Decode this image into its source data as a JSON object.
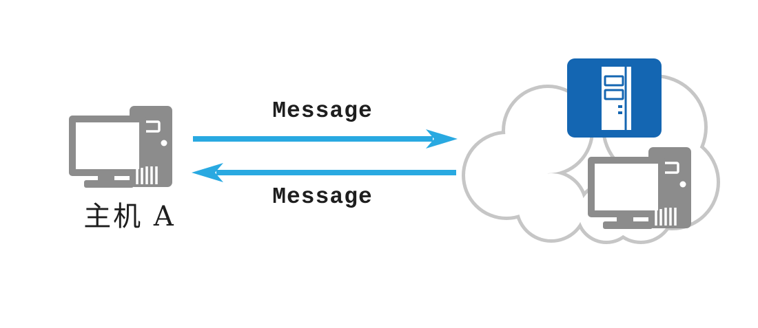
{
  "diagram": {
    "host": {
      "label": "主机 A",
      "icon": "desktop-computer-icon"
    },
    "messages": {
      "outbound": {
        "label": "Message",
        "direction": "right",
        "icon": "arrow-right-icon"
      },
      "inbound": {
        "label": "Message",
        "direction": "left",
        "icon": "arrow-left-icon"
      }
    },
    "cloud": {
      "icon": "cloud-icon",
      "contains": [
        "server-icon",
        "desktop-computer-icon"
      ]
    }
  },
  "colors": {
    "arrow_blue": "#29A9E1",
    "server_blue": "#1466B2",
    "computer_gray": "#8C8C8C",
    "cloud_gray": "#C6C6C6",
    "text_dark": "#1E1E1E",
    "background": "#FFFFFF"
  }
}
